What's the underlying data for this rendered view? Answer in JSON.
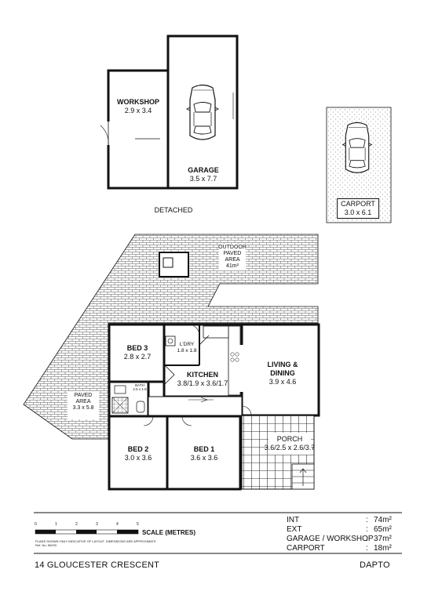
{
  "rooms": {
    "workshop": {
      "name": "WORKSHOP",
      "dims": "2.9 x 3.4"
    },
    "garage": {
      "name": "GARAGE",
      "dims": "3.5 x 7.7"
    },
    "detached": "DETACHED",
    "carport": {
      "name": "CARPORT",
      "dims": "3.0 x 6.1"
    },
    "outdoor": {
      "line1": "OUTDOOR",
      "line2": "PAVED",
      "line3": "AREA",
      "area": "41m²"
    },
    "bed3": {
      "name": "BED 3",
      "dims": "2.8 x 2.7"
    },
    "ldry": {
      "name": "L'DRY",
      "dims": "1.8 x 1.8"
    },
    "kitchen": {
      "name": "KITCHEN",
      "dims": "3.8/1.9 x 3.6/1.7"
    },
    "living": {
      "name": "LIVING &",
      "name2": "DINING",
      "dims": "3.9 x 4.6"
    },
    "paved": {
      "line1": "PAVED",
      "line2": "AREA",
      "dims": "3.3 x 5.8"
    },
    "bath": {
      "name": "BATH",
      "dims": "2.5 x 1.8"
    },
    "bed2": {
      "name": "BED 2",
      "dims": "3.0 x 3.6"
    },
    "bed1": {
      "name": "BED 1",
      "dims": "3.6 x 3.6"
    },
    "porch": {
      "name": "PORCH",
      "dims": "3.6/2.5 x 2.6/3.7"
    }
  },
  "scale": {
    "ticks": [
      "0",
      "1",
      "2",
      "3",
      "4",
      "5"
    ],
    "label": "SCALE (METRES)",
    "note1": "PLANS SHOWN ONLY INDICATIVE OF LAYOUT. DIMENSIONS ARE APPROXIMATE",
    "note2": "Ref. No: 56293"
  },
  "areas": [
    {
      "label": "INT",
      "value": "74m²"
    },
    {
      "label": "EXT",
      "value": "65m²"
    },
    {
      "label": "GARAGE / WORKSHOP",
      "value": "37m²"
    },
    {
      "label": "CARPORT",
      "value": "18m²"
    }
  ],
  "footer": {
    "address": "14 GLOUCESTER CRESCENT",
    "suburb": "DAPTO"
  }
}
